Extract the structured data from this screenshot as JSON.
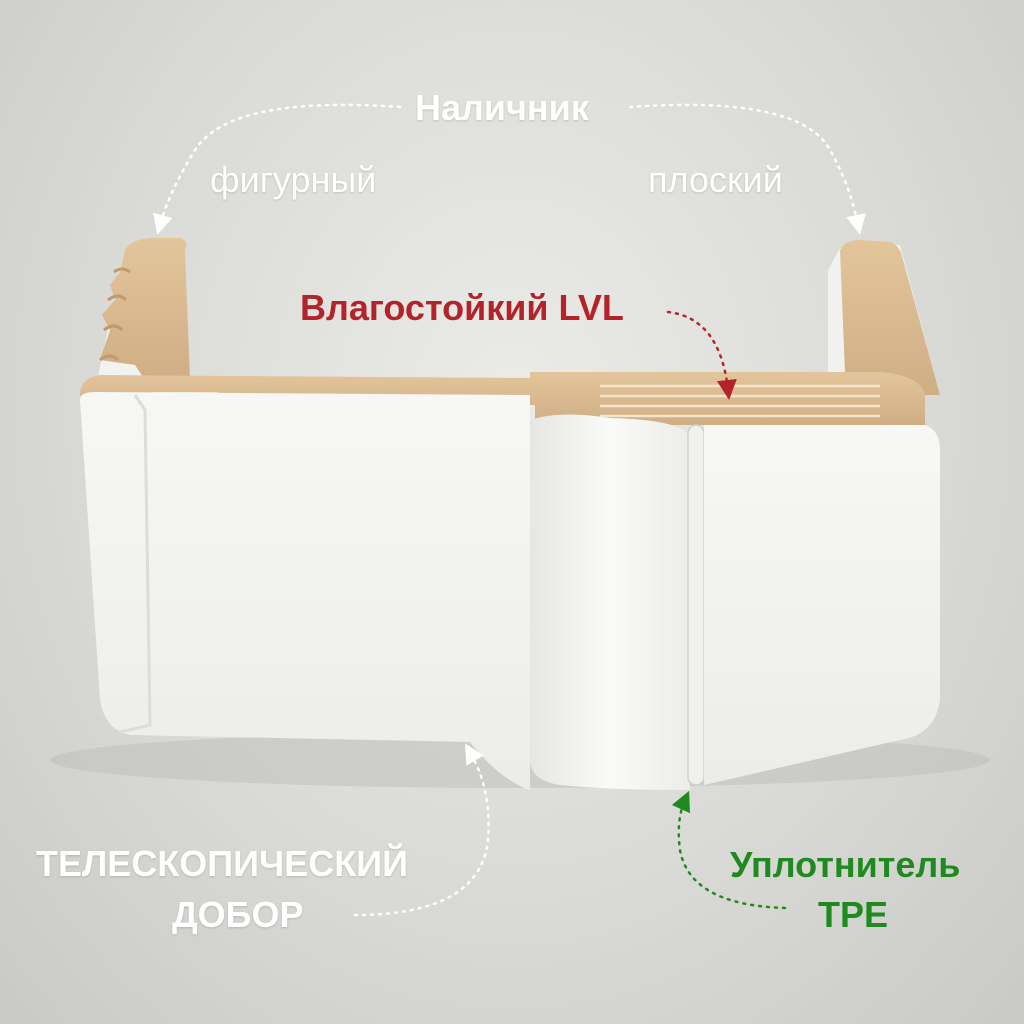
{
  "labels": {
    "nalichnik": "Наличник",
    "figurny": "фигурный",
    "ploskiy": "плоский",
    "lvl": "Влагостойкий LVL",
    "dobor_line1": "ТЕЛЕСКОПИЧЕСКИЙ",
    "dobor_line2": "ДОБОР",
    "seal_line1": "Уплотнитель",
    "seal_line2": "TPE"
  },
  "colors": {
    "background": "#dcdcd9",
    "frame_white": "#f4f4f2",
    "wood_core": "#d9b98f",
    "lvl_red": "#b3242a",
    "seal_green": "#1f8a1f",
    "label_white": "#ffffff",
    "arrow_white": "#ffffff"
  }
}
